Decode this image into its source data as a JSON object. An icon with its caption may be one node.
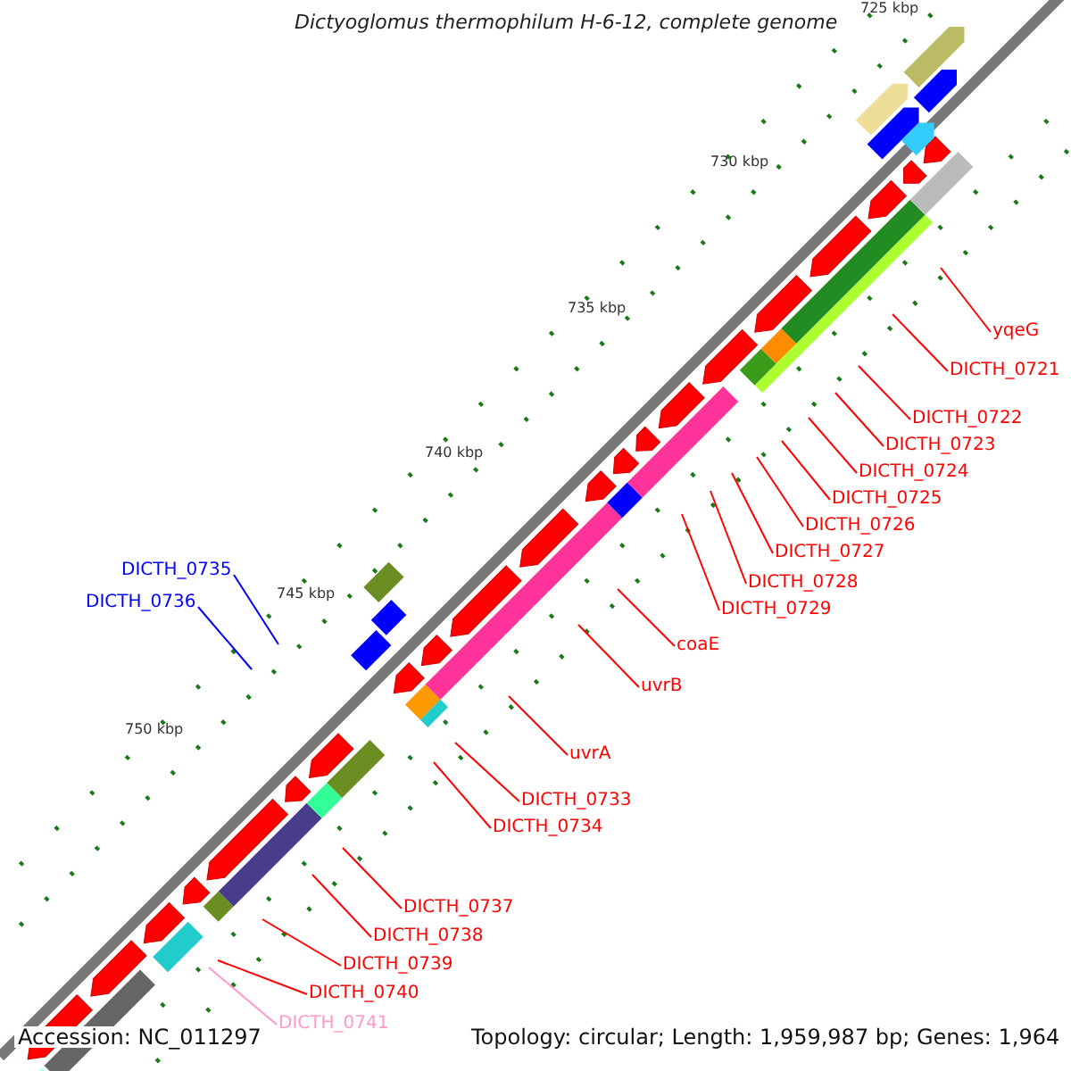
{
  "diagram": {
    "title": "Dictyoglomus thermophilum H-6-12, complete genome",
    "nodes": [
      {
        "text": [
          "yqeG"
        ]
      },
      {
        "text": [
          "DICTH_0721"
        ]
      },
      {
        "text": [
          "DICTH_0722"
        ]
      },
      {
        "text": [
          "DICTH_0723"
        ]
      },
      {
        "text": [
          "DICTH_0724"
        ]
      },
      {
        "text": [
          "DICTH_0725"
        ]
      },
      {
        "text": [
          "DICTH_0726"
        ]
      },
      {
        "text": [
          "DICTH_0727"
        ]
      },
      {
        "text": [
          "DICTH_0728"
        ]
      },
      {
        "text": [
          "DICTH_0729"
        ]
      },
      {
        "text": [
          "coaE"
        ]
      },
      {
        "text": [
          "uvrB"
        ]
      },
      {
        "text": [
          "uvrA"
        ]
      },
      {
        "text": [
          "DICTH_0733"
        ]
      },
      {
        "text": [
          "DICTH_0734"
        ]
      },
      {
        "text": [
          "DICTH_0735"
        ]
      },
      {
        "text": [
          "DICTH_0736"
        ]
      },
      {
        "text": [
          "DICTH_0737"
        ]
      },
      {
        "text": [
          "DICTH_0738"
        ]
      },
      {
        "text": [
          "DICTH_0739"
        ]
      },
      {
        "text": [
          "DICTH_0740"
        ]
      },
      {
        "text": [
          "DICTH_0741"
        ]
      }
    ],
    "edges": [
      {
        "from": 0,
        "to": null,
        "arrow": "none"
      },
      {
        "from": 1,
        "to": null,
        "arrow": "none"
      },
      {
        "from": 2,
        "to": null,
        "arrow": "none"
      },
      {
        "from": 3,
        "to": null,
        "arrow": "none"
      },
      {
        "from": 4,
        "to": null,
        "arrow": "none"
      },
      {
        "from": 5,
        "to": null,
        "arrow": "none"
      },
      {
        "from": 6,
        "to": null,
        "arrow": "none"
      },
      {
        "from": 7,
        "to": null,
        "arrow": "none"
      },
      {
        "from": 8,
        "to": null,
        "arrow": "none"
      },
      {
        "from": 9,
        "to": null,
        "arrow": "none"
      },
      {
        "from": 10,
        "to": null,
        "arrow": "none"
      },
      {
        "from": 11,
        "to": null,
        "arrow": "none"
      },
      {
        "from": 12,
        "to": null,
        "arrow": "none"
      },
      {
        "from": 13,
        "to": null,
        "arrow": "none"
      },
      {
        "from": 14,
        "to": null,
        "arrow": "none"
      },
      {
        "from": 15,
        "to": null,
        "arrow": "none",
        "color": "#0000ff"
      },
      {
        "from": 16,
        "to": null,
        "arrow": "none",
        "color": "#0000ff"
      },
      {
        "from": 17,
        "to": null,
        "arrow": "none"
      },
      {
        "from": 18,
        "to": null,
        "arrow": "none"
      },
      {
        "from": 19,
        "to": null,
        "arrow": "none"
      },
      {
        "from": 20,
        "to": null,
        "arrow": "none"
      },
      {
        "from": 21,
        "to": null,
        "arrow": "none",
        "color": "#ff99cc"
      }
    ],
    "labels": [
      "725 kbp",
      "730 kbp",
      "735 kbp",
      "740 kbp",
      "745 kbp",
      "750 kbp",
      "Accession: NC_011297",
      "Topology: circular; Length: 1,959,987 bp; Genes: 1,964"
    ]
  }
}
